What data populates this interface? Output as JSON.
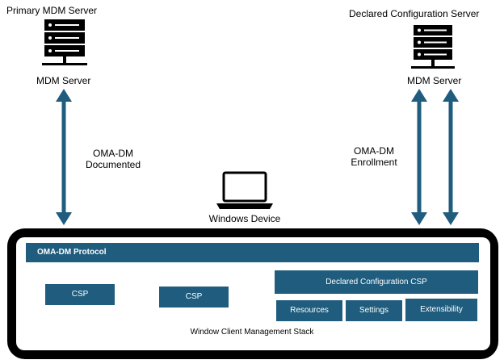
{
  "left_server": {
    "title": "Primary MDM Server",
    "label": "MDM Server",
    "icon": "server-icon"
  },
  "right_server": {
    "title": "Declared Configuration Server",
    "label": "MDM Server",
    "icon": "server-icon"
  },
  "left_link": {
    "line1": "OMA-DM",
    "line2": "Documented"
  },
  "right_link": {
    "line1": "OMA-DM",
    "line2": "Enrollment"
  },
  "device": {
    "label": "Windows Device",
    "icon": "laptop-icon"
  },
  "stack": {
    "protocol": "OMA-DM Protocol",
    "csp1": "CSP",
    "csp2": "CSP",
    "declared": "Declared Configuration CSP",
    "resources": "Resources",
    "settings": "Settings",
    "extensibility": "Extensibility",
    "caption": "Window Client Management Stack"
  },
  "colors": {
    "box": "#1f5c7d",
    "arrow": "#1f5c7d",
    "frame": "#000000"
  }
}
